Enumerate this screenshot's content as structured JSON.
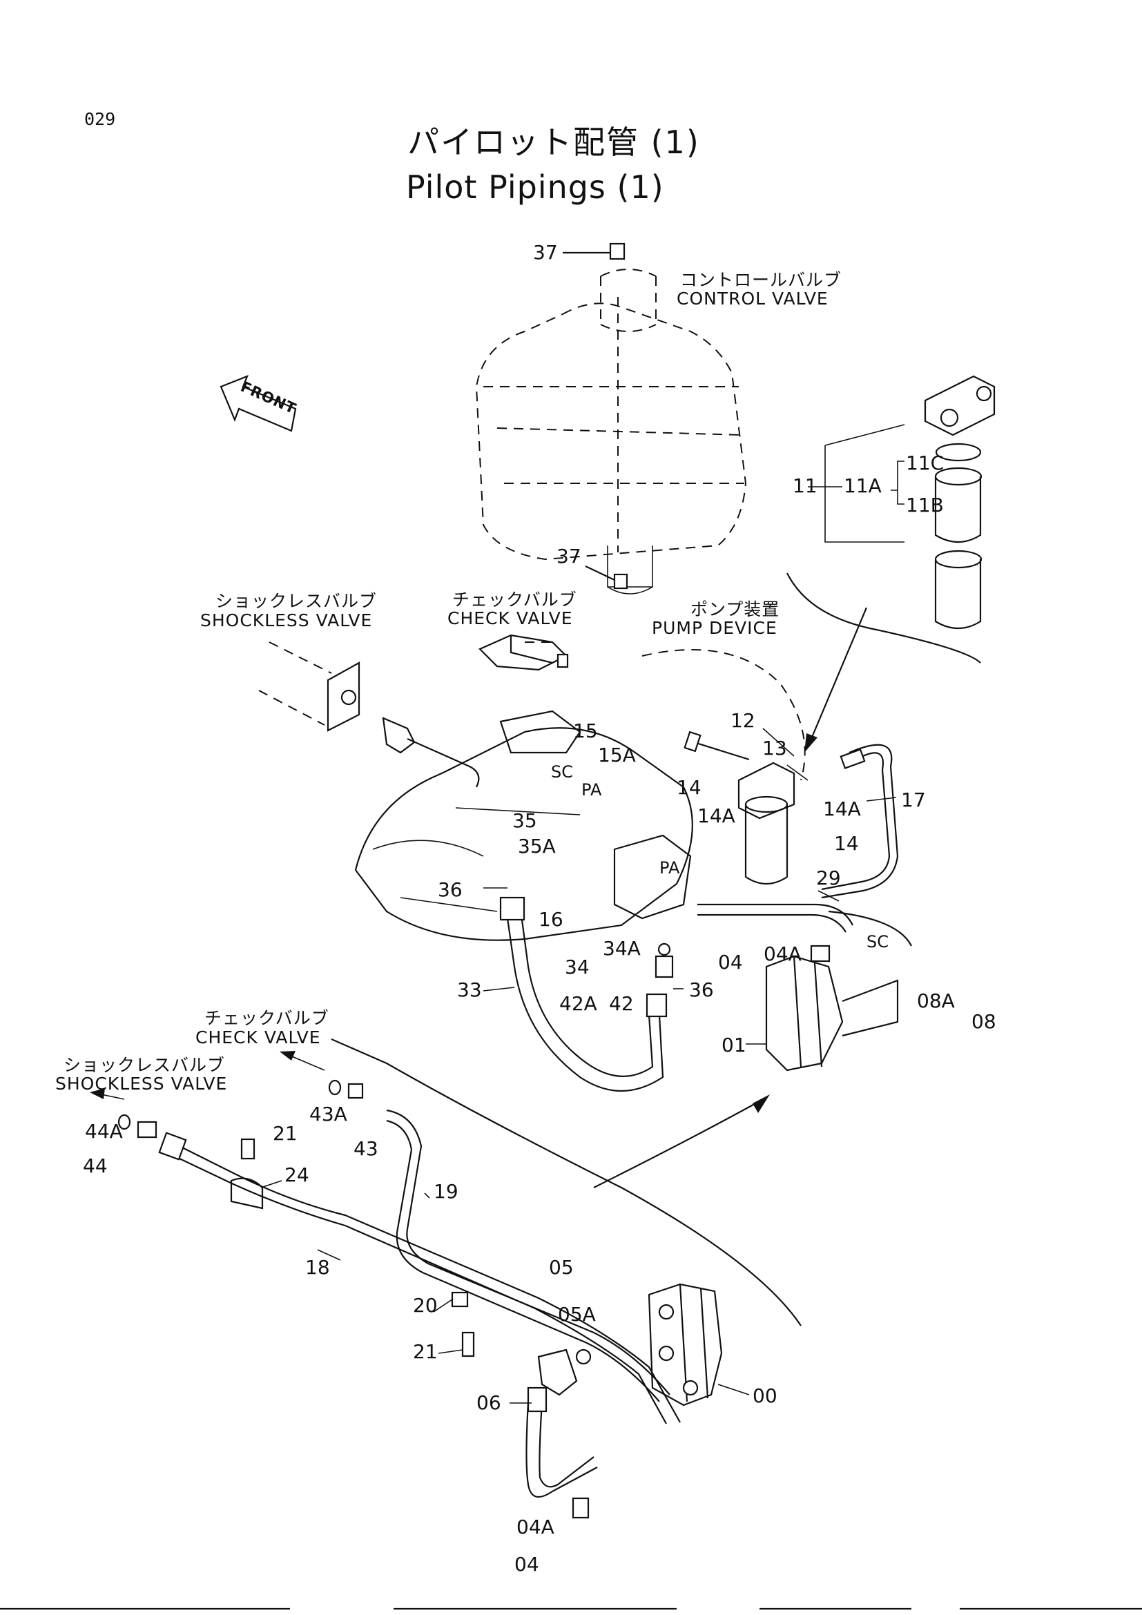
{
  "page_number": "029",
  "title_jp": "パイロット配管 (1)",
  "title_en": "Pilot Pipings (1)",
  "front_label": "FRONT",
  "components": {
    "control_valve_jp": "コントロールバルブ",
    "control_valve_en": "CONTROL VALVE",
    "shockless_valve_jp": "ショックレスバルブ",
    "shockless_valve_en": "SHOCKLESS VALVE",
    "check_valve_jp": "チェックバルブ",
    "check_valve_en": "CHECK VALVE",
    "pump_device_jp": "ポンプ装置",
    "pump_device_en": "PUMP DEVICE"
  },
  "part_numbers": {
    "p37_top": "37",
    "p37_bottom": "37",
    "p11": "11",
    "p11A": "11A",
    "p11B": "11B",
    "p11C": "11C",
    "p12": "12",
    "p13": "13",
    "p14a": "14",
    "p14b": "14",
    "p14A_a": "14A",
    "p14A_b": "14A",
    "p15": "15",
    "p15A": "15A",
    "p16": "16",
    "p17": "17",
    "p29": "29",
    "p33": "33",
    "p34": "34",
    "p34A": "34A",
    "p35": "35",
    "p35A": "35A",
    "p36a": "36",
    "p36b": "36",
    "p42": "42",
    "p42A": "42A",
    "p04_top": "04",
    "p04A_top": "04A",
    "p01": "01",
    "p08": "08",
    "p08A": "08A",
    "sc1": "SC",
    "sc2": "SC",
    "pa1": "PA",
    "pa2": "PA",
    "p44": "44",
    "p44A": "44A",
    "p43": "43",
    "p43A": "43A",
    "p21a": "21",
    "p21b": "21",
    "p24": "24",
    "p19": "19",
    "p18": "18",
    "p20": "20",
    "p05": "05",
    "p05A": "05A",
    "p06": "06",
    "p00": "00",
    "p04A_bottom": "04A",
    "p04_bottom": "04"
  }
}
